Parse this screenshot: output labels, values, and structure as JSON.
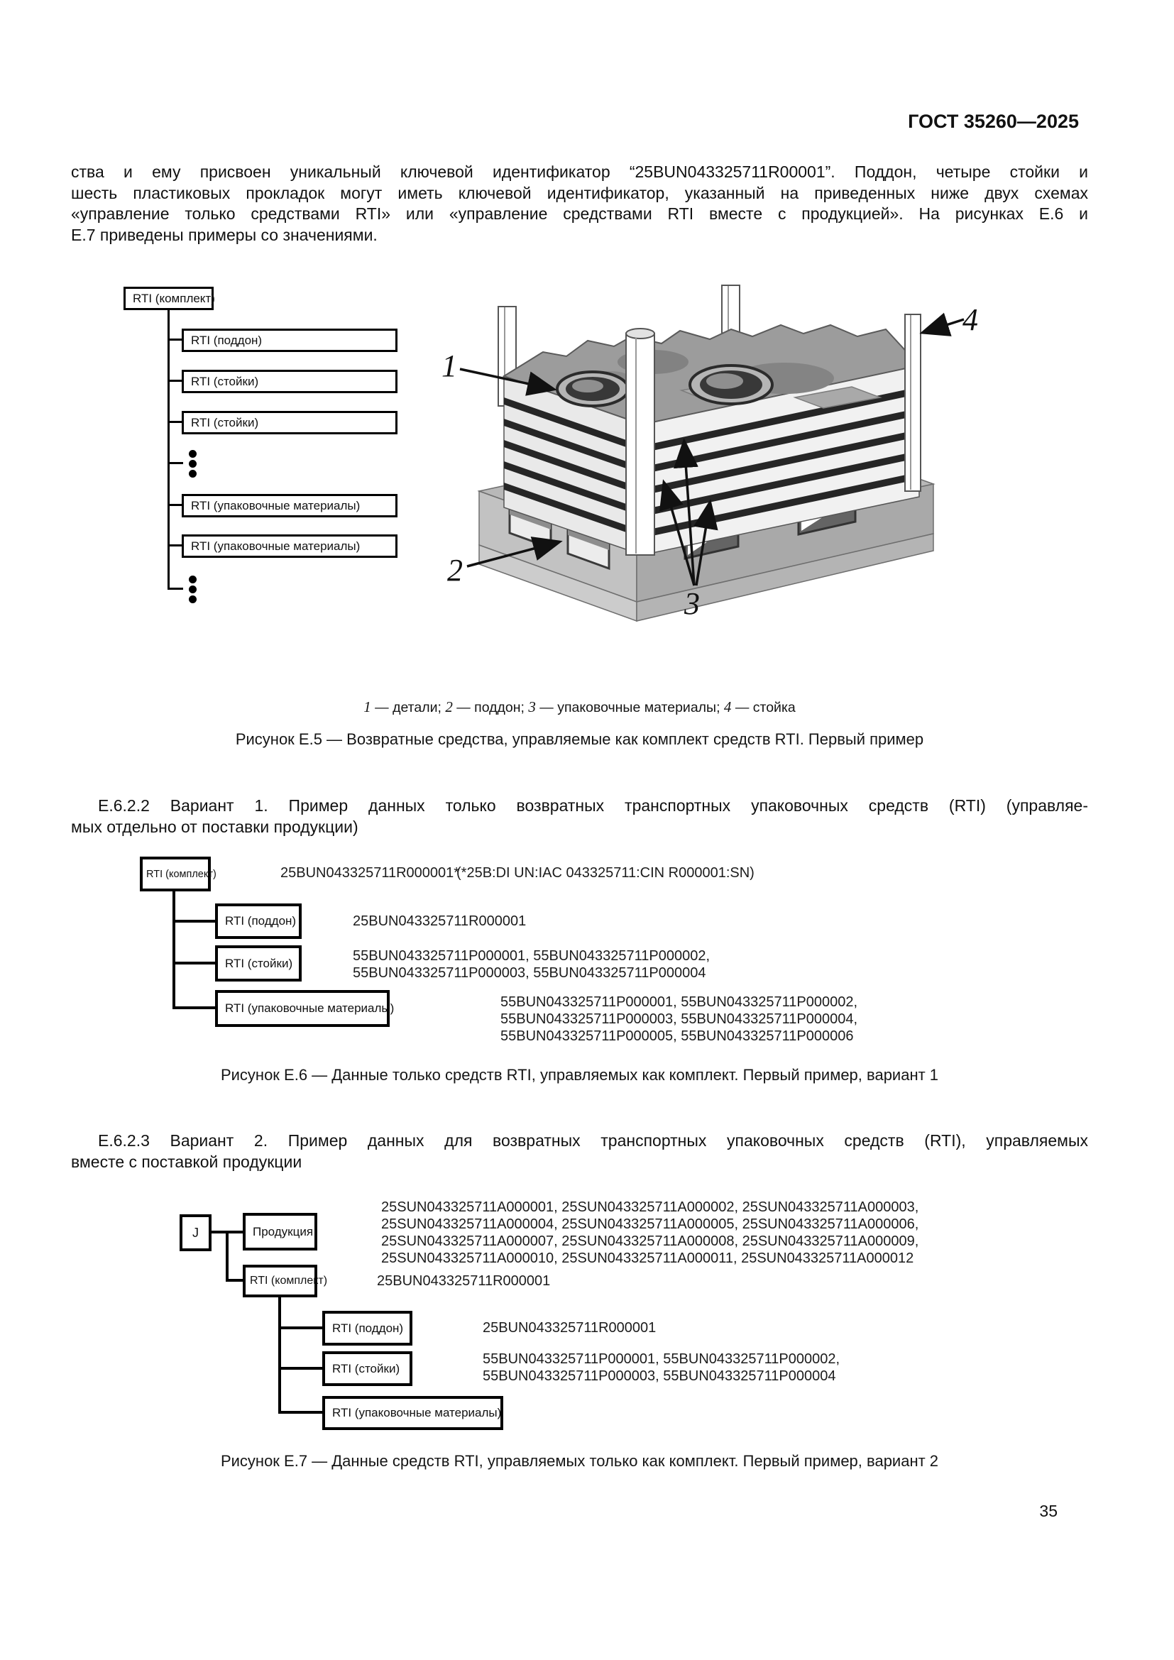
{
  "header": {
    "title": "ГОСТ 35260—2025"
  },
  "intro": {
    "lines": [
      "ства и ему присвоен уникальный ключевой идентификатор “25BUN043325711R00001”. Поддон, четыре стойки и",
      "шесть пластиковых прокладок могут иметь ключевой идентификатор, указанный на приведенных ниже двух схемах",
      "«управление только средствами RTI» или «управление средствами RTI вместе с продукцией». На рисунках Е.6 и",
      "Е.7 приведены примеры со значениями."
    ]
  },
  "fig5": {
    "root": "RTI (комплект)",
    "children": [
      "RTI (поддон)",
      "RTI (стойки)",
      "RTI (стойки)",
      "RTI (упаковочные материалы)",
      "RTI (упаковочные материалы)"
    ],
    "callouts": {
      "c1": "1",
      "c2": "2",
      "c3": "3",
      "c4": "4"
    },
    "legend": [
      {
        "n": "1",
        "t": " — детали; "
      },
      {
        "n": "2",
        "t": " — поддон; "
      },
      {
        "n": "3",
        "t": " — упаковочные материалы; "
      },
      {
        "n": "4",
        "t": " — стойка"
      }
    ],
    "caption": "Рисунок Е.5 — Возвратные средства, управляемые как комплект средств RTI. Первый пример"
  },
  "sec622": {
    "lines": [
      "Е.6.2.2  Вариант 1.  Пример данных только возвратных транспортных упаковочных средств (RTI) (управляе-",
      "мых отдельно от поставки продукции)"
    ]
  },
  "fig6": {
    "root": {
      "label": "RTI (комплект)",
      "value1": "25BUN043325711R000001*",
      "value2": "(*25B:DI UN:IAC 043325711:CIN R000001:SN)"
    },
    "children": [
      {
        "label": "RTI (поддон)",
        "lines": [
          "25BUN043325711R000001"
        ]
      },
      {
        "label": "RTI (стойки)",
        "lines": [
          "55BUN043325711P000001, 55BUN043325711P000002,",
          "55BUN043325711P000003, 55BUN043325711P000004"
        ]
      },
      {
        "label": "RTI (упаковочные материалы)",
        "lines": [
          "55BUN043325711P000001, 55BUN043325711P000002,",
          "55BUN043325711P000003, 55BUN043325711P000004,",
          "55BUN043325711P000005, 55BUN043325711P000006"
        ]
      }
    ],
    "caption": "Рисунок Е.6 — Данные только средств RTI, управляемых как комплект. Первый пример, вариант 1"
  },
  "sec623": {
    "lines": [
      "Е.6.2.3  Вариант 2.  Пример данных для возвратных транспортных упаковочных средств (RTI), управляемых",
      "вместе с поставкой продукции"
    ]
  },
  "fig7": {
    "j": "J",
    "product": {
      "label": "Продукция",
      "lines": [
        "25SUN043325711A000001, 25SUN043325711A000002, 25SUN043325711A000003,",
        "25SUN043325711A000004, 25SUN043325711A000005, 25SUN043325711A000006,",
        "25SUN043325711A000007, 25SUN043325711A000008, 25SUN043325711A000009,",
        "25SUN043325711A000010, 25SUN043325711A000011, 25SUN043325711A000012"
      ]
    },
    "kit": {
      "label": "RTI (комплект)",
      "value": "25BUN043325711R000001"
    },
    "children": [
      {
        "label": "RTI (поддон)",
        "lines": [
          "25BUN043325711R000001"
        ]
      },
      {
        "label": "RTI (стойки)",
        "lines": [
          "55BUN043325711P000001, 55BUN043325711P000002,",
          "55BUN043325711P000003, 55BUN043325711P000004"
        ]
      },
      {
        "label": "RTI (упаковочные материалы)",
        "lines": []
      }
    ],
    "caption": "Рисунок Е.7 — Данные средств RTI, управляемых только как комплект. Первый пример, вариант 2"
  },
  "page_number": "35"
}
